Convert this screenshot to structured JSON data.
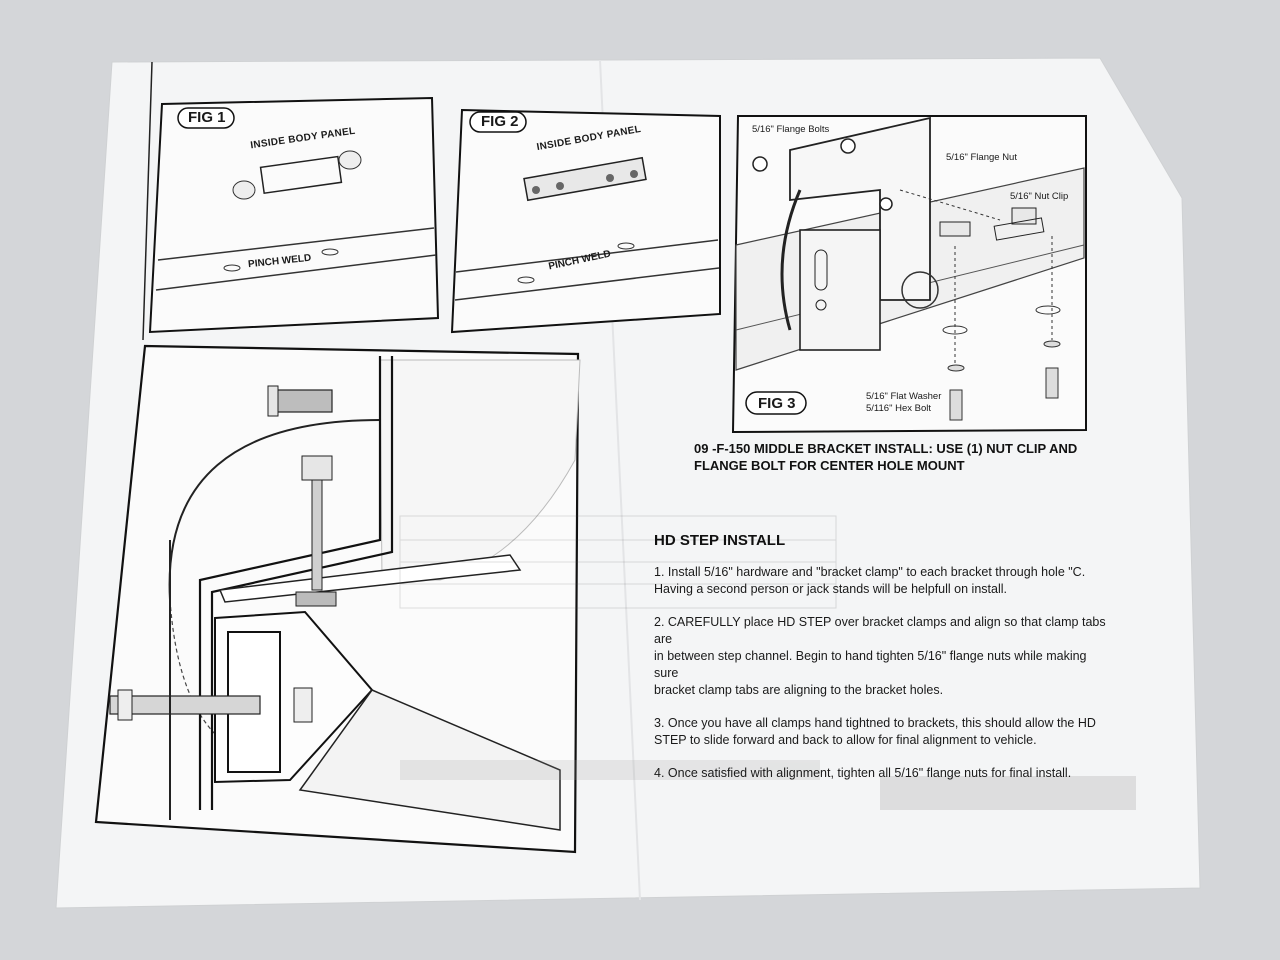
{
  "figures": {
    "fig1": {
      "tag": "FIG 1",
      "inside_body_panel": "INSIDE BODY PANEL",
      "pinch_weld": "PINCH WELD"
    },
    "fig2": {
      "tag": "FIG 2",
      "inside_body_panel": "INSIDE BODY PANEL",
      "pinch_weld": "PINCH WELD"
    },
    "fig3": {
      "tag": "FIG 3",
      "flange_bolts": "5/16\" Flange Bolts",
      "flange_nut": "5/16\" Flange Nut",
      "nut_clip": "5/16\" Nut Clip",
      "flat_washer": "5/16\" Flat Washer",
      "hex_bolt": "5/116\" Hex Bolt"
    }
  },
  "caption": {
    "line1": "09 -F-150 MIDDLE BRACKET INSTALL: USE (1) NUT CLIP AND",
    "line2": "FLANGE BOLT FOR CENTER HOLE MOUNT"
  },
  "install": {
    "title": "HD STEP INSTALL",
    "steps": [
      "1. Install 5/16\" hardware and \"bracket clamp\" to each bracket through hole \"C.\nHaving a second person or jack stands will be helpfull on install.",
      "2. CAREFULLY place HD STEP over bracket clamps and align so that clamp tabs are\nin between step channel. Begin to hand tighten 5/16\" flange nuts while making sure\nbracket clamp tabs are aligning to the bracket holes.",
      "3. Once you have all clamps hand tightned to brackets, this should allow the HD\nSTEP to slide forward and back to allow for final alignment to vehicle.",
      "4. Once satisfied with alignment, tighten all 5/16\" flange nuts for final install."
    ]
  },
  "colors": {
    "paper": "#f4f5f6",
    "ink": "#1a1a1a",
    "background": "#d4d6d9"
  }
}
